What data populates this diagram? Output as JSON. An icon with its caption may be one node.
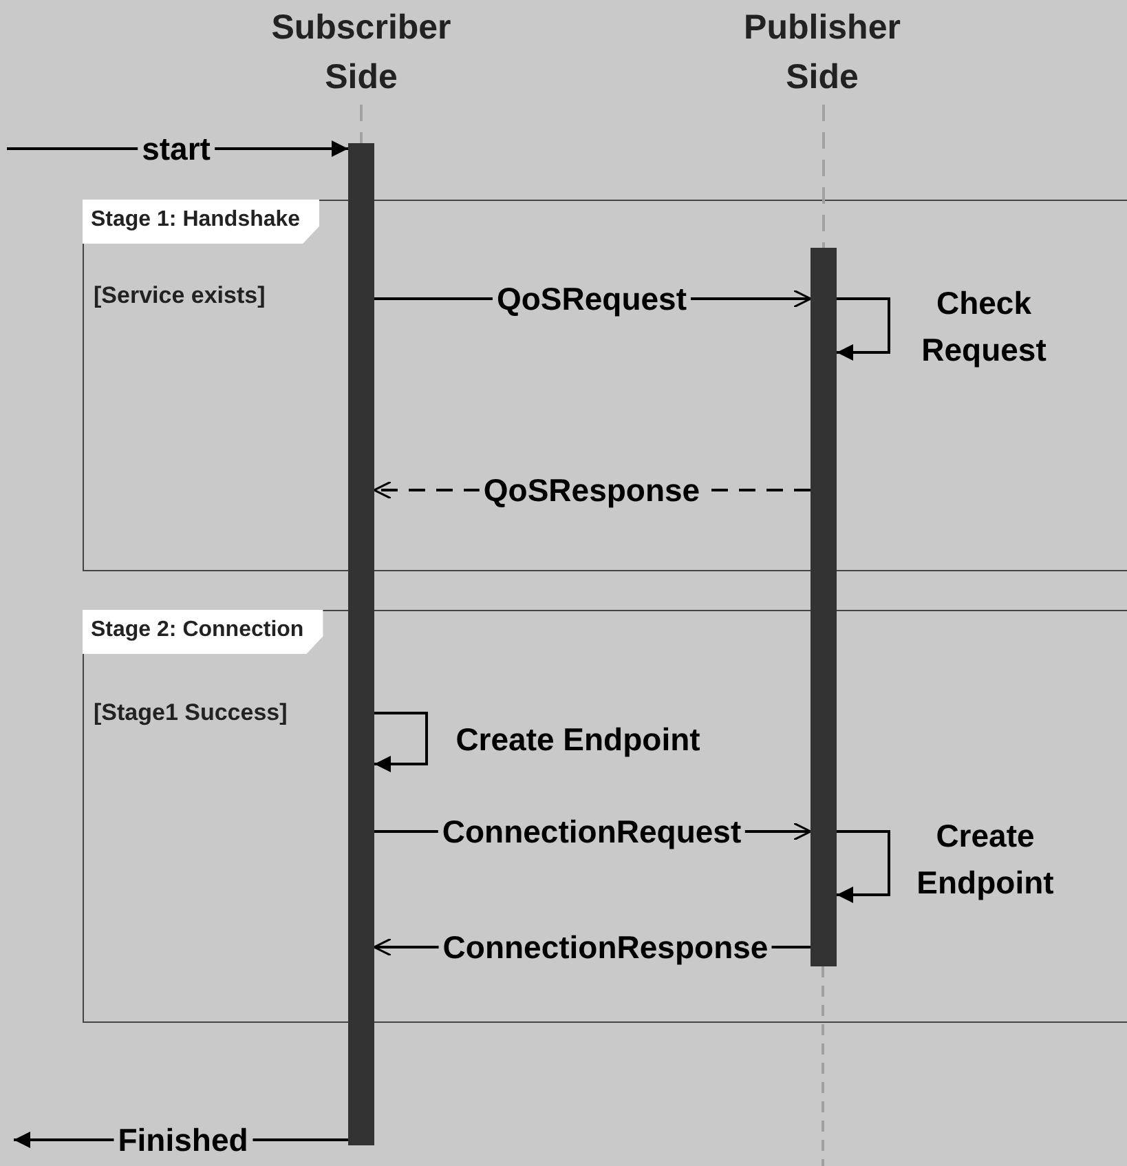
{
  "diagram": {
    "nodes": [
      {
        "text": [
          "Subscriber Side"
        ]
      },
      {
        "text": [
          "Publisher Side"
        ]
      },
      {
        "text": [],
        "shape": "bar"
      },
      {
        "text": [],
        "shape": "bar"
      },
      {
        "text": [
          "Stage 1: Handshake"
        ]
      },
      {
        "text": [
          "Stage 2: Connection"
        ]
      }
    ],
    "labels": [
      "[Service exists]",
      "[Stage1 Success]"
    ],
    "edges": [
      {
        "from": 0,
        "to": 2,
        "arrow": "none",
        "style": "dashed",
        "color": "#a0a0a0"
      },
      {
        "from": 1,
        "to": 3,
        "arrow": "none",
        "style": "dashed",
        "color": "#a0a0a0"
      },
      {
        "from": null,
        "to": 2,
        "arrow": "to",
        "label": "start"
      },
      {
        "from": 2,
        "to": 3,
        "arrow": "to",
        "label": "QoSRequest"
      },
      {
        "from": 3,
        "to": 3,
        "arrow": "to",
        "label": "Check Request"
      },
      {
        "from": 3,
        "to": 2,
        "arrow": "to",
        "label": "QoSResponse",
        "style": "dashed"
      },
      {
        "from": 2,
        "to": 2,
        "arrow": "to",
        "label": "Create Endpoint"
      },
      {
        "from": 2,
        "to": 3,
        "arrow": "to",
        "label": "ConnectionRequest"
      },
      {
        "from": 3,
        "to": 3,
        "arrow": "to",
        "label": "Create Endpoint"
      },
      {
        "from": 3,
        "to": 2,
        "arrow": "to",
        "label": "ConnectionResponse"
      },
      {
        "from": 2,
        "to": null,
        "arrow": "to",
        "label": "Finished"
      }
    ]
  }
}
